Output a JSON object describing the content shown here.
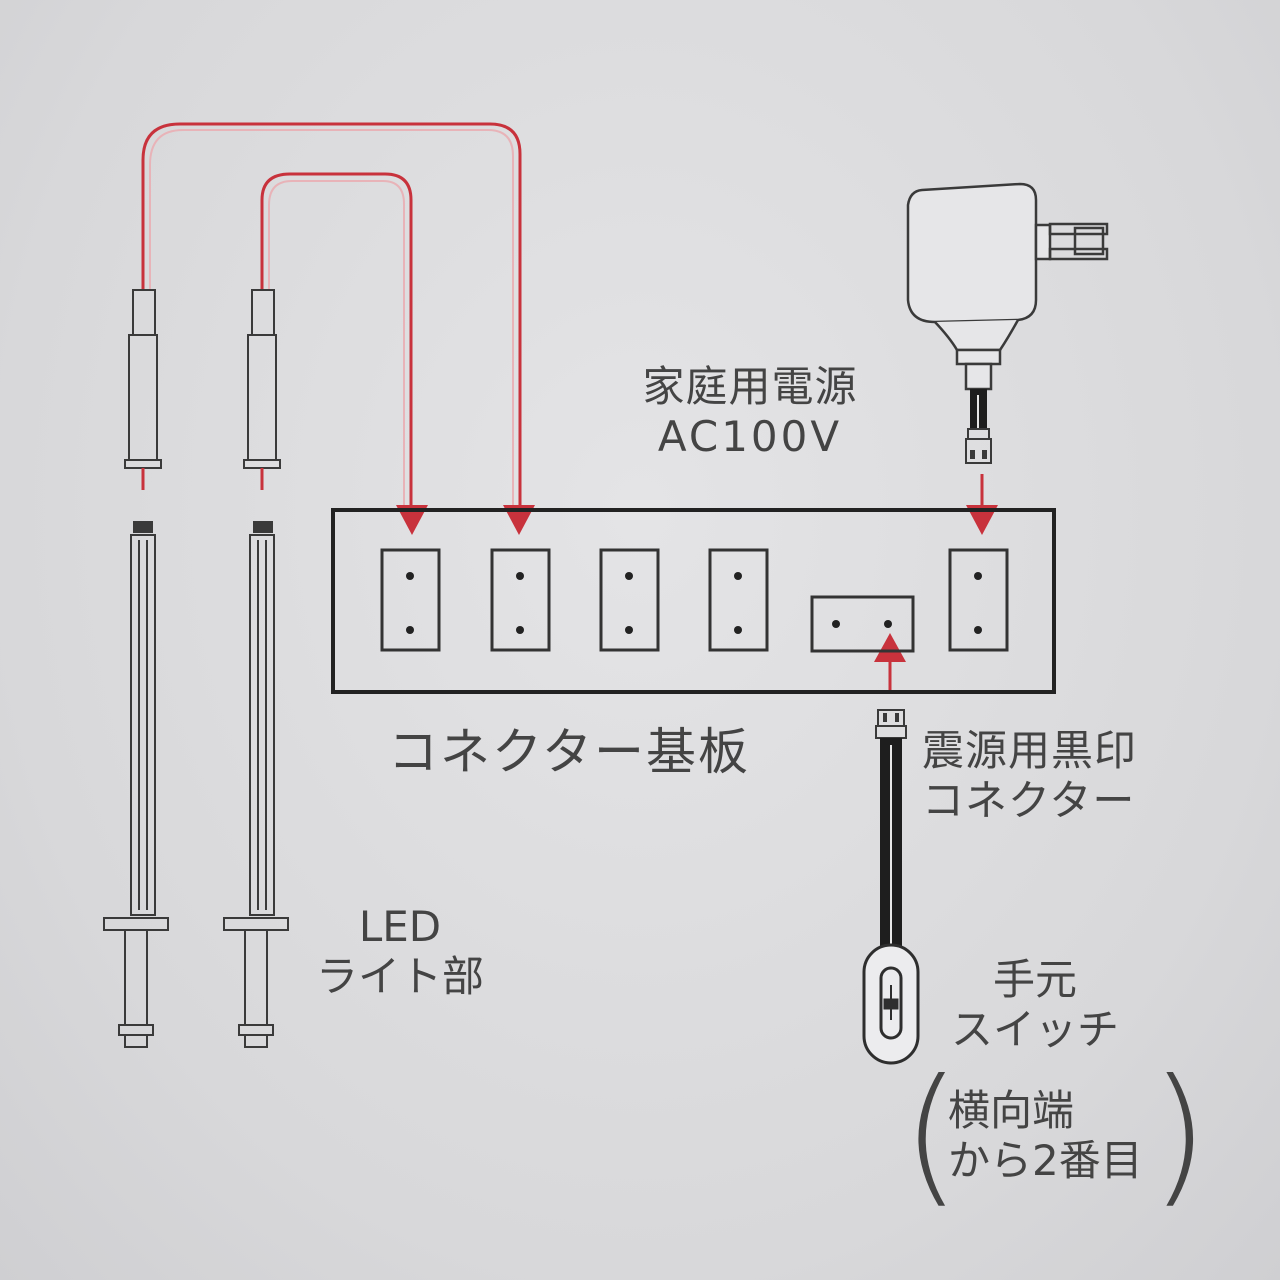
{
  "labels": {
    "power_source": "家庭用電源",
    "power_voltage": "AC100V",
    "board": "コネクター基板",
    "quake_connector_line1": "震源用黒印",
    "quake_connector_line2": "コネクター",
    "led_line1": "LED",
    "led_line2": "ライト部",
    "switch_line1": "手元",
    "switch_line2": "スイッチ",
    "note_line1": "横向端",
    "note_line2": "から2番目",
    "paren_open": "(",
    "paren_close": ")"
  },
  "colors": {
    "red_wire": "#c8323c",
    "line": "#3a3a3a",
    "outline": "#444444"
  },
  "components": {
    "board_vertical_sockets": 5,
    "board_horizontal_sockets": 1,
    "led_lights": 2
  }
}
